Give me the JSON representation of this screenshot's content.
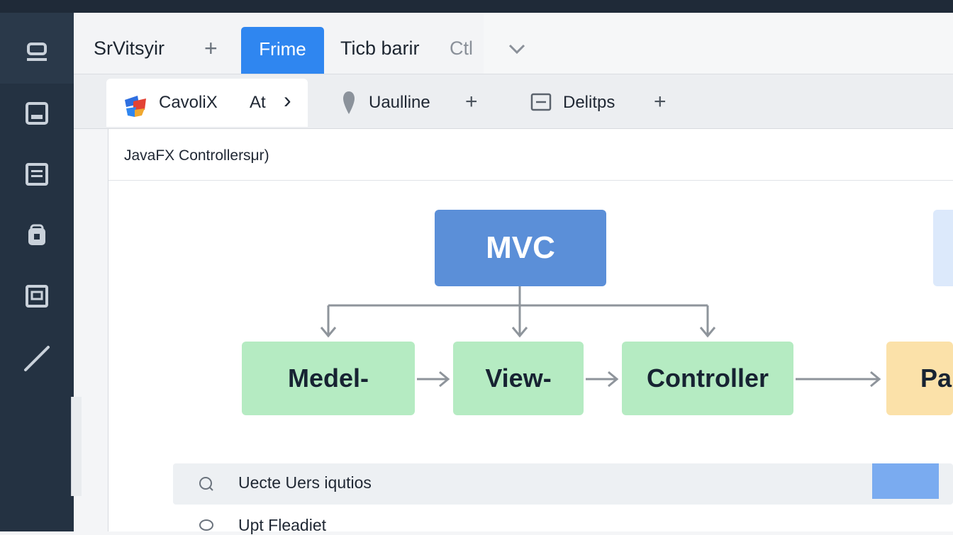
{
  "titlebar": {
    "item1": "SrVitsyir",
    "plus": "+",
    "active_tab": "Frime",
    "item2": "Ticb barir",
    "item3": "Ctl",
    "chevron": "⌄"
  },
  "subtabs": {
    "tab1": "CavoliX",
    "tab1_suffix": "At",
    "tab1_arrow": "›",
    "tab2": "Uaulline",
    "tab2_plus": "+",
    "tab3": "Delitps",
    "tab3_plus": "+"
  },
  "breadcrumb": "JavaFX Controllersμr)",
  "diagram": {
    "root": "MVC",
    "model": "Medel-",
    "view": "View-",
    "controller": "Controller",
    "partial": "Pa"
  },
  "list": {
    "row1": "Uecte Uers iqutios",
    "row2": "Upt Fleadiet"
  },
  "colors": {
    "accent": "#2f86f0",
    "sidebar": "#243242",
    "mvc_node": "#5b8fd8",
    "green_node": "#b5ebc2",
    "orange_node": "#fbe1a9"
  }
}
